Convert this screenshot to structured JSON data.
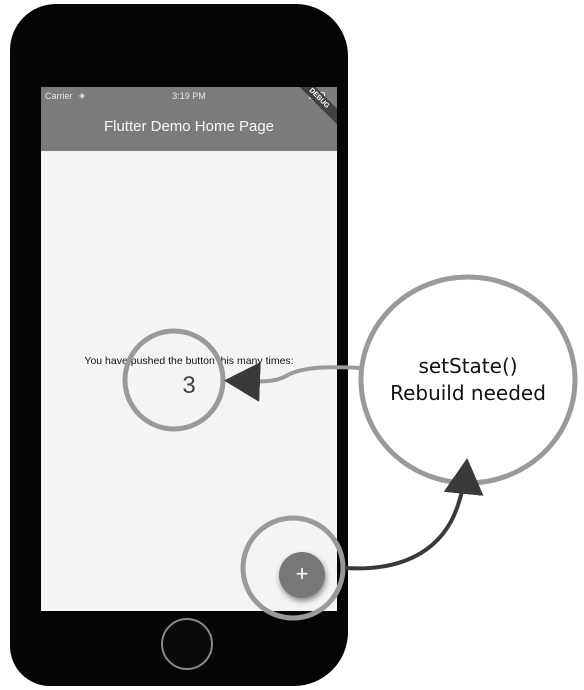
{
  "status_bar": {
    "carrier": "Carrier",
    "wifi_icon": "wifi-icon",
    "time": "3:19 PM",
    "battery_icon": "battery-icon"
  },
  "app_bar": {
    "title": "Flutter Demo Home Page",
    "debug_banner": "DEBUG"
  },
  "body": {
    "message": "You have pushed the button this many times:",
    "counter": "3"
  },
  "fab": {
    "label": "+",
    "icon": "plus-icon"
  },
  "annotation": {
    "line1": "setState()",
    "line2": "Rebuild needed"
  },
  "colors": {
    "app_bar": "#7b7b7b",
    "screen": "#f4f4f4",
    "phone_body": "#050505",
    "highlight_circle": "#9a9a9a",
    "arrow": "#3a3a3a"
  }
}
